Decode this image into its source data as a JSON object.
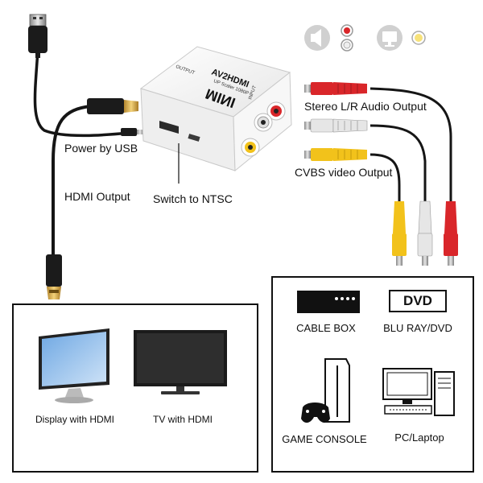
{
  "device": {
    "brand": "MINI",
    "model": "AV2HDMI",
    "scaler": "UP Scaler 1080P",
    "port_output": "OUTPUT",
    "port_input": "INPUT"
  },
  "labels": {
    "power": "Power by USB",
    "hdmi_output": "HDMI Output",
    "switch": "Switch to NTSC",
    "audio": "Stereo L/R Audio Output",
    "video": "CVBS video Output"
  },
  "sources": {
    "cable_box": "CABLE BOX",
    "dvd_badge": "DVD",
    "bluray": "BLU RAY/DVD",
    "game_console": "GAME CONSOLE",
    "pc": "PC/Laptop"
  },
  "displays": {
    "monitor": "Display with HDMI",
    "tv": "TV with HDMI"
  },
  "icons": [
    "speaker-icon",
    "rca-audio-icon",
    "monitor-icon",
    "video-dot-icon"
  ],
  "colors": {
    "rca_red": "#d9262a",
    "rca_white": "#e6e6e6",
    "rca_yellow": "#f2c21b",
    "cable": "#151515"
  }
}
